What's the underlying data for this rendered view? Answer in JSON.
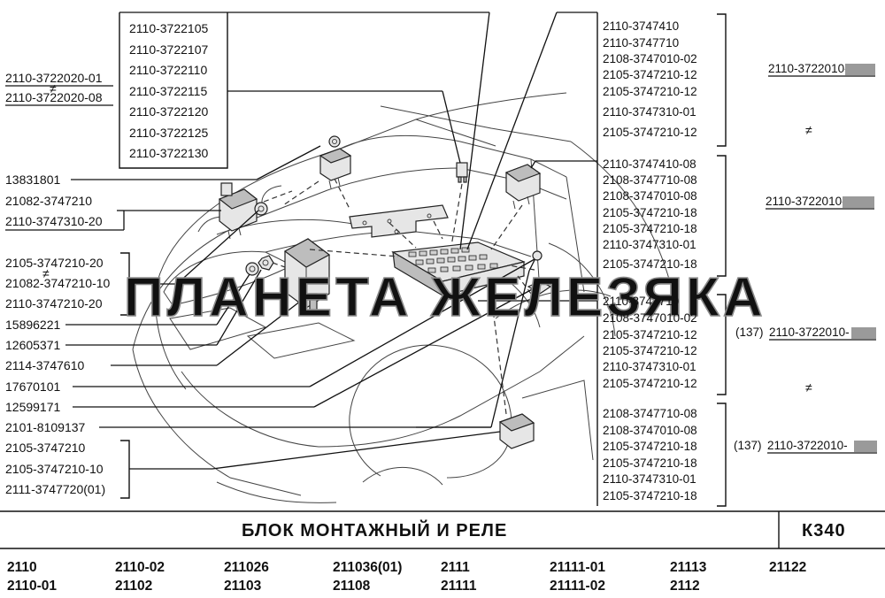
{
  "title": "БЛОК  МОНТАЖНЫЙ  И  РЕЛЕ",
  "code": "К340",
  "watermark": "ПЛАНЕТА ЖЕЛЕЗЯКА",
  "not_equal": "≠",
  "left_parts": {
    "alt_a": "2110-3722020-01",
    "alt_b": "2110-3722020-08",
    "p13831801": "13831801",
    "p21082_3747210": "21082-3747210",
    "p2110_3747310_20": "2110-3747310-20",
    "p2105_3747210_20": "2105-3747210-20",
    "p21082_3747210_10": "21082-3747210-10",
    "p2110_3747210_20": "2110-3747210-20",
    "p15896221": "15896221",
    "p12605371": "12605371",
    "p2114_3747610": "2114-3747610",
    "p17670101": "17670101",
    "p12599171": "12599171",
    "p2101_8109137": "2101-8109137",
    "p2105_3747210": "2105-3747210",
    "p2105_3747210_10": "2105-3747210-10",
    "p2111_3747720": "2111-3747720(01)"
  },
  "fuse_list": [
    "2110-3722105",
    "2110-3722107",
    "2110-3722110",
    "2110-3722115",
    "2110-3722120",
    "2110-3722125",
    "2110-3722130"
  ],
  "relay_group_1": [
    "2110-3747410",
    "2110-3747710",
    "2108-3747010-02",
    "2105-3747210-12",
    "2105-3747210-12",
    "2110-3747310-01",
    "2105-3747210-12"
  ],
  "relay_group_2": [
    "2110-3747410-08",
    "2108-3747710-08",
    "2108-3747010-08",
    "2105-3747210-18",
    "2105-3747210-18",
    "2110-3747310-01",
    "2105-3747210-18"
  ],
  "relay_group_3": [
    "2110-3747710",
    "2108-3747010-02",
    "2105-3747210-12",
    "2105-3747210-12",
    "2110-3747310-01",
    "2105-3747210-12"
  ],
  "relay_group_4": [
    "2108-3747710-08",
    "2108-3747010-08",
    "2105-3747210-18",
    "2105-3747210-18",
    "2110-3747310-01",
    "2105-3747210-18"
  ],
  "right_refs": {
    "r1": "2110-3722010-",
    "r2": "2110-3722010-",
    "r3_prefix": "(137)",
    "r3": "2110-3722010-",
    "r4_prefix": "(137)",
    "r4": "2110-3722010-"
  },
  "models": [
    [
      "2110",
      "2110-01"
    ],
    [
      "2110-02",
      "21102"
    ],
    [
      "211026",
      "21103"
    ],
    [
      "211036(01)",
      "21108"
    ],
    [
      "2111",
      "21111"
    ],
    [
      "21111-01",
      "21111-02"
    ],
    [
      "21113",
      "2112"
    ],
    [
      "21122",
      ""
    ]
  ],
  "colors": {
    "ink": "#111111",
    "sketch": "#444444",
    "watermark": "#8a8a8a",
    "redacted": "#9a9a9a"
  }
}
